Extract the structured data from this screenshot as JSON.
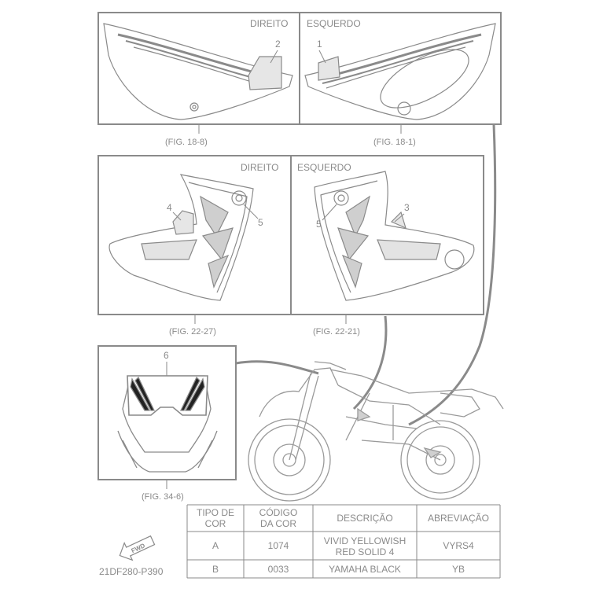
{
  "panels": {
    "top_right": {
      "side_label": "DIREITO",
      "callout": "2",
      "caption": "(FIG. 18-8)"
    },
    "top_left": {
      "side_label": "ESQUERDO",
      "callout": "1",
      "caption": "(FIG. 18-1)"
    },
    "mid_right": {
      "side_label": "DIREITO",
      "callout_a": "4",
      "callout_b": "5",
      "caption": "(FIG. 22-27)"
    },
    "mid_left": {
      "side_label": "ESQUERDO",
      "callout_a": "5",
      "callout_b": "3",
      "caption": "(FIG. 22-21)"
    },
    "front": {
      "callout": "6",
      "caption": "(FIG. 34-6)"
    }
  },
  "fwd_label": "FWD",
  "diagram_id": "21DF280-P390",
  "table": {
    "headers": [
      [
        "TIPO DE",
        "COR"
      ],
      [
        "CÓDIGO",
        "DA COR"
      ],
      [
        "DESCRIÇÃO"
      ],
      [
        "ABREVIAÇÃO"
      ]
    ],
    "rows": [
      {
        "tipo": "A",
        "codigo": "1074",
        "descricao": [
          "VIVID YELLOWISH",
          "RED SOLID 4"
        ],
        "abrev": "VYRS4"
      },
      {
        "tipo": "B",
        "codigo": "0033",
        "descricao": [
          "YAMAHA BLACK"
        ],
        "abrev": "YB"
      }
    ]
  }
}
